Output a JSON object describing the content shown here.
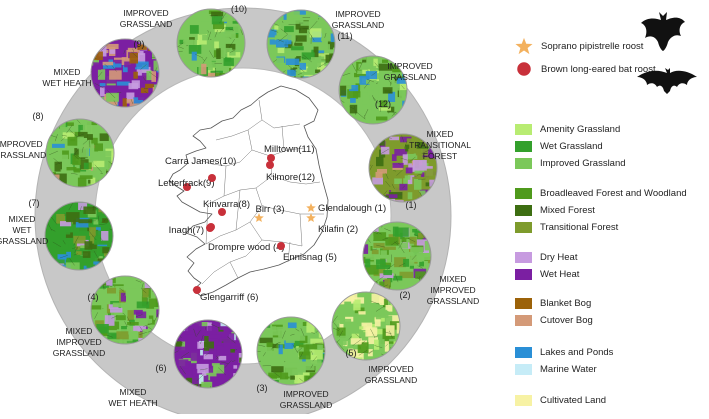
{
  "bat_legend": {
    "soprano_label": "Soprano pipistrelle roost",
    "brown_label": "Brown long-eared bat roost",
    "soprano_color": "#f3b15e",
    "brown_color": "#c8303a",
    "icons": [
      "bat-silhouette-icon",
      "bat-flying-icon"
    ]
  },
  "sites": [
    {
      "id": 1,
      "name": "Glendalough (1)",
      "habitat": [
        "MIXED",
        "TRANSITIONAL",
        "FOREST"
      ],
      "num": "(1)",
      "roost": "soprano"
    },
    {
      "id": 2,
      "name": "Kilafin (2)",
      "habitat": [
        "MIXED",
        "IMPROVED",
        "GRASSLAND"
      ],
      "num": "(2)",
      "roost": "soprano"
    },
    {
      "id": 3,
      "name": "Birr (3)",
      "habitat": [
        "IMPROVED",
        "GRASSLAND"
      ],
      "num": "(3)",
      "roost": "soprano"
    },
    {
      "id": 4,
      "name": "Drompre wood (4)",
      "habitat": [
        "MIXED",
        "IMPROVED",
        "GRASSLAND"
      ],
      "num": "(4)",
      "roost": "brown"
    },
    {
      "id": 5,
      "name": "Ennisnag (5)",
      "habitat": [
        "IMPROVED",
        "GRASSLAND"
      ],
      "num": "(5)",
      "roost": "brown"
    },
    {
      "id": 6,
      "name": "Glengarriff (6)",
      "habitat": [
        "MIXED",
        "WET HEATH"
      ],
      "num": "(6)",
      "roost": "brown"
    },
    {
      "id": 7,
      "name": "Inagh(7)",
      "habitat": [
        "MIXED",
        "WET",
        "GRASSLAND"
      ],
      "num": "(7)",
      "roost": "brown"
    },
    {
      "id": 8,
      "name": "Kinvarra(8)",
      "habitat": [
        "IMPROVED",
        "GRASSLAND"
      ],
      "num": "(8)",
      "roost": "brown"
    },
    {
      "id": 9,
      "name": "Letterfrack(9)",
      "habitat": [
        "MIXED",
        "WET HEATH"
      ],
      "num": "(9)",
      "roost": "brown"
    },
    {
      "id": 10,
      "name": "Carra James(10)",
      "habitat": [
        "IMPROVED",
        "GRASSLAND"
      ],
      "num": "(10)",
      "roost": "brown"
    },
    {
      "id": 11,
      "name": "Milltown(11)",
      "habitat": [
        "IMPROVED",
        "GRASSLAND"
      ],
      "num": "(11)",
      "roost": "brown"
    },
    {
      "id": 12,
      "name": "Kilmore(12)",
      "habitat": [
        "IMPROVED",
        "GRASSLAND"
      ],
      "num": "(12)",
      "roost": "brown"
    }
  ],
  "land_cover_legend": [
    {
      "label": "Amenity Grassland",
      "color": "#b8ec72"
    },
    {
      "label": "Wet Grassland",
      "color": "#33a02c"
    },
    {
      "label": "Improved Grassland",
      "color": "#7bc85a"
    },
    {
      "label": "Broadleaved Forest and Woodland",
      "color": "#4f9a1c"
    },
    {
      "label": "Mixed Forest",
      "color": "#3d6e12"
    },
    {
      "label": "Transitional Forest",
      "color": "#7e9b2c"
    },
    {
      "label": "Dry Heat",
      "color": "#c79be0"
    },
    {
      "label": "Wet Heat",
      "color": "#7b1fa2"
    },
    {
      "label": "Blanket Bog",
      "color": "#9c6209"
    },
    {
      "label": "Cutover Bog",
      "color": "#d49a78"
    },
    {
      "label": "Lakes and Ponds",
      "color": "#2a8fd6"
    },
    {
      "label": "Marine Water",
      "color": "#c6ecf7"
    },
    {
      "label": "Cultivated Land",
      "color": "#f7f2a4"
    }
  ]
}
